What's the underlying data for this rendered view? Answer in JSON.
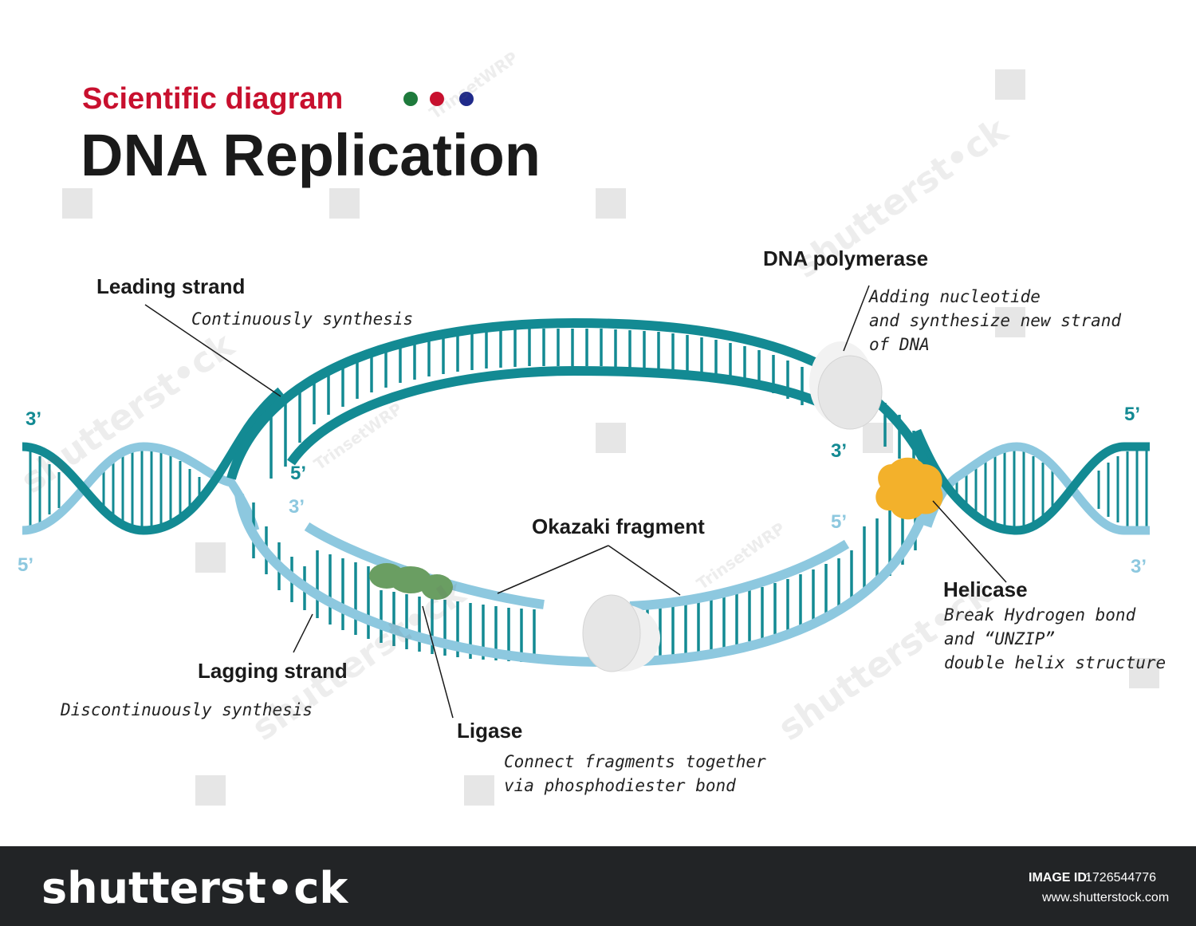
{
  "header": {
    "subtitle": "Scientific diagram",
    "title": "DNA Replication",
    "dot_colors": [
      "#1e7a3c",
      "#c8102e",
      "#1f2a8a"
    ]
  },
  "colors": {
    "dark_teal": "#138a93",
    "light_blue": "#8dc8df",
    "ligase_green": "#6a9e62",
    "helicase_orange": "#f3b12b",
    "polymerase_white": "#e8e8e8"
  },
  "labels": {
    "leading_strand": "Leading strand",
    "leading_desc": "Continuously synthesis",
    "dna_polymerase": "DNA polymerase",
    "polymerase_desc": [
      "Adding nucleotide",
      "and synthesize new strand",
      "of DNA"
    ],
    "okazaki_fragment": "Okazaki fragment",
    "helicase": "Helicase",
    "helicase_desc": [
      "Break Hydrogen bond",
      "and “UNZIP”",
      "double helix structure"
    ],
    "lagging_strand": "Lagging strand",
    "lagging_desc": "Discontinuously synthesis",
    "ligase": "Ligase",
    "ligase_desc": [
      "Connect fragments together",
      "via phosphodiester bond"
    ]
  },
  "ends": {
    "left_top": "3’",
    "left_bottom": "5’",
    "right_top": "5’",
    "right_bottom": "3’",
    "leading_new_5": "5’",
    "leading_new_3": "3’",
    "lagging_new_3": "3’",
    "lagging_new_5": "5’"
  },
  "footer": {
    "brand": "shutterst•ck",
    "brand_mark": "®",
    "image_id_label": "IMAGE ID:",
    "image_id": "1726544776",
    "url": "www.shutterstock.com"
  },
  "watermarks": [
    "shutterst•ck",
    "TrinsetWRP"
  ]
}
